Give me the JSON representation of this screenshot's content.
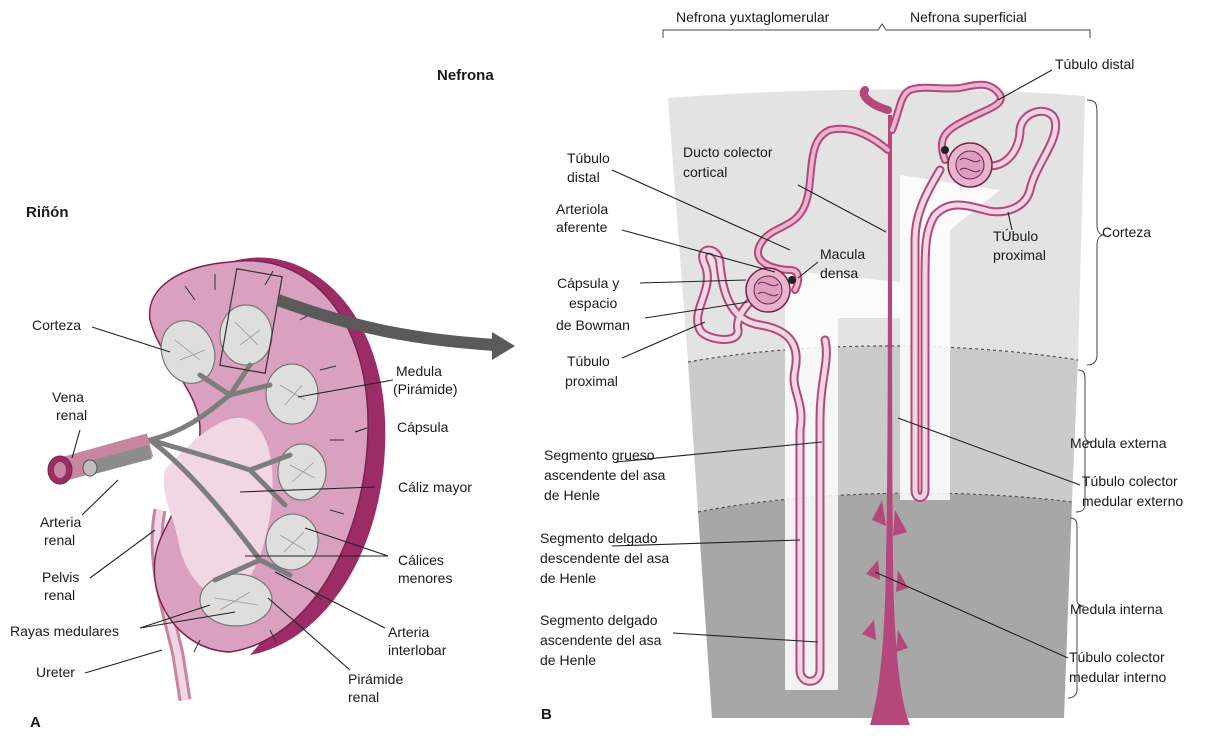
{
  "panel_a": {
    "letter": "A",
    "title": "Riñón",
    "labels": {
      "corteza": "Corteza",
      "vena_renal": [
        "Vena",
        "renal"
      ],
      "arteria_renal": [
        "Arteria",
        "renal"
      ],
      "pelvis_renal": [
        "Pelvis",
        "renal"
      ],
      "rayas_medulares": "Rayas medulares",
      "ureter": "Ureter",
      "medula_piramide": [
        "Medula",
        "(Pirámide)"
      ],
      "capsula": "Cápsula",
      "caliz_mayor": "Cáliz mayor",
      "calices_menores": [
        "Cálices",
        "menores"
      ],
      "arteria_interlobar": [
        "Arteria",
        "interlobar"
      ],
      "piramide_renal": [
        "Pirámide",
        "renal"
      ]
    }
  },
  "panel_b": {
    "letter": "B",
    "title": "Nefrona",
    "header_juxta": "Nefrona yuxtaglomerular",
    "header_superficial": "Nefrona superficial",
    "labels": {
      "tubulo_distal_left": [
        "Túbulo",
        "distal"
      ],
      "arteriola_aferente": [
        "Arteriola",
        "aferente"
      ],
      "capsula_bowman": [
        "Cápsula y",
        "espacio",
        "de Bowman"
      ],
      "tubulo_proximal_left": [
        "Túbulo",
        "proximal"
      ],
      "ducto_colector_cortical": [
        "Ducto colector",
        "cortical"
      ],
      "macula_densa": [
        "Macula",
        "densa"
      ],
      "tubulo_distal_right": "Túbulo distal",
      "tubulo_proximal_right": [
        "TÚbulo",
        "proximal"
      ],
      "segmento_grueso": [
        "Segmento grueso",
        "ascendente del asa",
        "de Henle"
      ],
      "segmento_delgado_desc": [
        "Segmento delgado",
        "descendente del asa",
        "de Henle"
      ],
      "segmento_delgado_asc": [
        "Segmento delgado",
        "ascendente del asa",
        "de Henle"
      ],
      "tubulo_colector_externo": [
        "Túbulo colector",
        "medular externo"
      ],
      "tubulo_colector_interno": [
        "Túbulo colector",
        "medular interno"
      ]
    },
    "zones": {
      "corteza": "Corteza",
      "medula_externa": "Medula externa",
      "medula_interna": "Medula interna"
    }
  },
  "colors": {
    "tubule": "#b5477a",
    "tubule_light": "#e7b6cc",
    "kidney_dark": "#9b2c66",
    "kidney_mid": "#d9a0bf",
    "kidney_light": "#f0d7e3",
    "pyramid": "#dedede",
    "vessel": "#7d7d7d",
    "cortex_zone": "#e3e3e3",
    "outer_medulla_zone": "#cbcbcb",
    "inner_medulla_zone": "#a7a7a7"
  }
}
